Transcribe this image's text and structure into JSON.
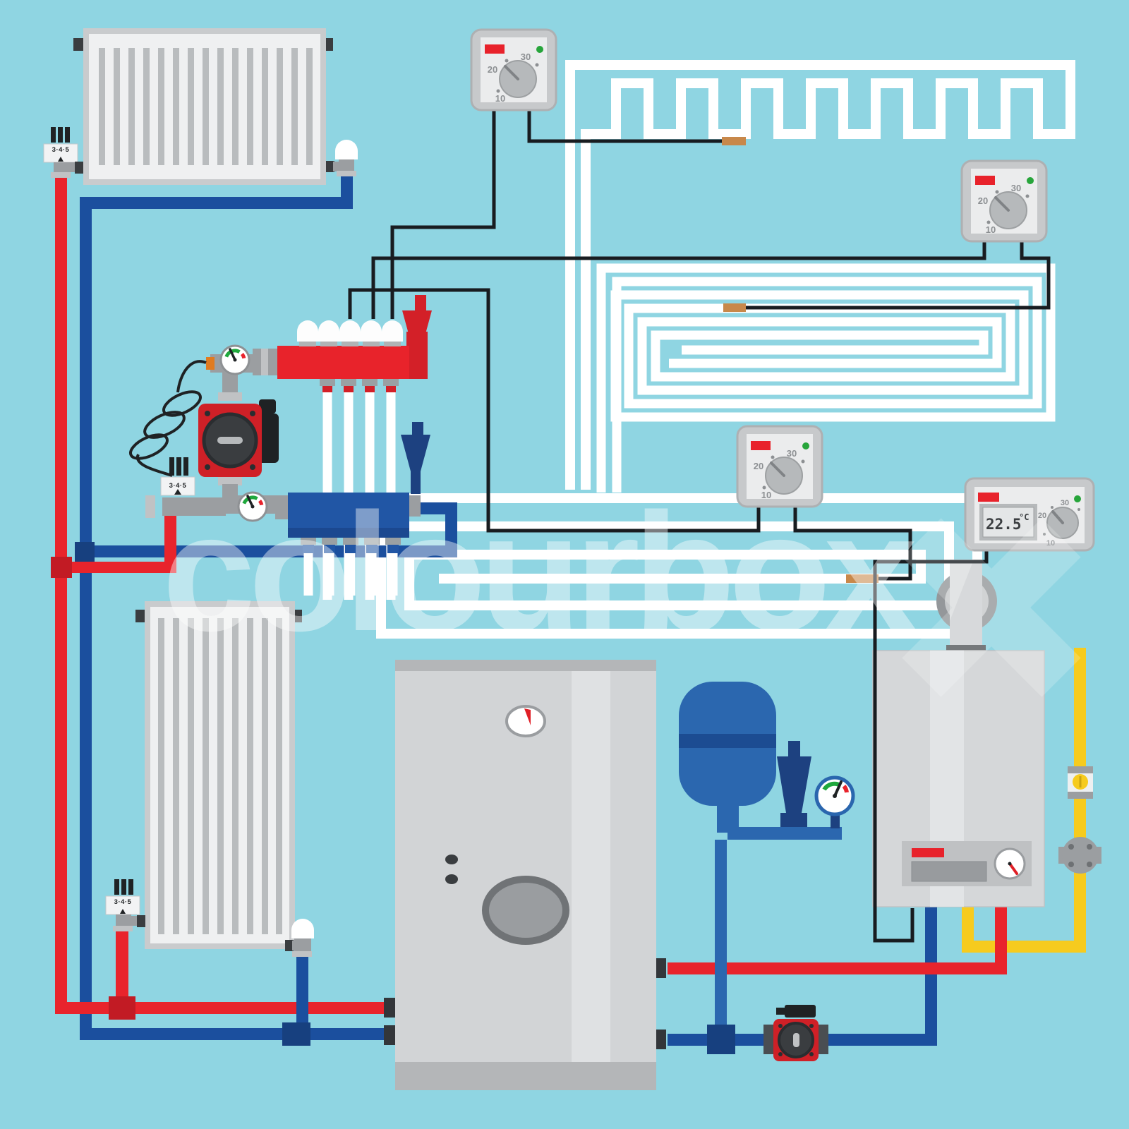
{
  "watermark": {
    "text": "colourbox"
  },
  "thermostat_dial": {
    "t30": "30",
    "t20": "20",
    "t10": "10"
  },
  "digital_thermostat": {
    "value": "22.5",
    "unit": "°C"
  },
  "trv": {
    "scale": "3·4·5"
  },
  "colors": {
    "background": "#8fd5e2",
    "pipe_red": "#e8242c",
    "pipe_red_dark": "#c21b24",
    "pipe_blue": "#1b4f9e",
    "pipe_blue_dark": "#17407f",
    "manifold_red": "#e8232b",
    "manifold_blue": "#2156a5",
    "vent_navy": "#1d4180",
    "pipe_white": "#ffffff",
    "gas_yellow": "#f6cb1e",
    "metal_gray": "#9b9ea1",
    "metal_light": "#c7c9cb",
    "radiator_body": "#eff0f1",
    "radiator_slat": "#b9bcbe",
    "device_face": "#ebeced",
    "boiler_gray": "#d2d4d6",
    "led_green": "#27a53b",
    "label_red": "#e8222b",
    "gauge_green": "#1fa83c",
    "wire_black": "#181c20",
    "sensor_tan": "#c8884a",
    "tank_blue": "#2b67af",
    "pump_red": "#cf2027",
    "watermark_white": "#ffffff"
  }
}
